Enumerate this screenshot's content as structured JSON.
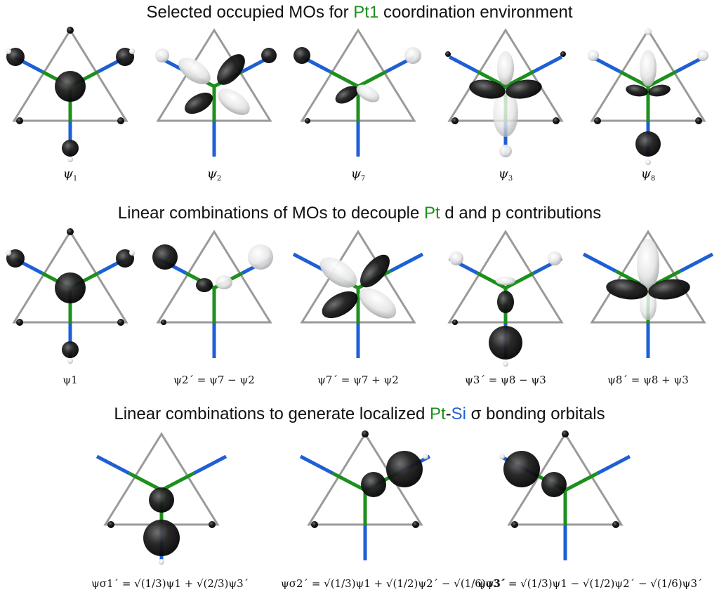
{
  "rows": [
    {
      "title_parts": [
        {
          "text": "Selected occupied MOs for ",
          "color": ""
        },
        {
          "text": "Pt1",
          "color": "green"
        },
        {
          "text": " coordination environment",
          "color": ""
        }
      ],
      "panels": [
        {
          "label": [
            {
              "psi": "ψ",
              "sub": "1"
            }
          ],
          "style": "psi1"
        },
        {
          "label": [
            {
              "psi": "ψ",
              "sub": "2"
            }
          ],
          "style": "psi2"
        },
        {
          "label": [
            {
              "psi": "ψ",
              "sub": "7"
            }
          ],
          "style": "psi7"
        },
        {
          "label": [
            {
              "psi": "ψ",
              "sub": "3"
            }
          ],
          "style": "psi3"
        },
        {
          "label": [
            {
              "psi": "ψ",
              "sub": "8"
            }
          ],
          "style": "psi8"
        }
      ]
    },
    {
      "title_parts": [
        {
          "text": "Linear combinations of MOs to decouple ",
          "color": ""
        },
        {
          "text": "Pt",
          "color": "green"
        },
        {
          "text": " d and p contributions",
          "color": ""
        }
      ],
      "panels": [
        {
          "label_text": "ψ1",
          "style": "psi1b"
        },
        {
          "label_text": "ψ2´ = ψ7 − ψ2",
          "style": "c2"
        },
        {
          "label_text": "ψ7´ = ψ7 + ψ2",
          "style": "c7"
        },
        {
          "label_text": "ψ3´ = ψ8 − ψ3",
          "style": "c3"
        },
        {
          "label_text": "ψ8´ = ψ8 + ψ3",
          "style": "c8"
        }
      ]
    },
    {
      "title_parts": [
        {
          "text": "Linear combinations to generate localized ",
          "color": ""
        },
        {
          "text": "Pt",
          "color": "green"
        },
        {
          "text": "-",
          "color": ""
        },
        {
          "text": "Si",
          "color": "blue"
        },
        {
          "text": " σ bonding orbitals",
          "color": ""
        }
      ],
      "panels": [
        {
          "label_text": "ψσ1´ = √(1/3)ψ1 + √(2/3)ψ3´",
          "style": "s1"
        },
        {
          "label_text": "ψσ2´ = √(1/3)ψ1 + √(1/2)ψ2´ − √(1/6)ψ3´",
          "style": "s2"
        },
        {
          "label_text": "ψσ3´ = √(1/3)ψ1 − √(1/2)ψ2´ − √(1/6)ψ3´",
          "style": "s3"
        }
      ]
    }
  ],
  "colors": {
    "pt_green": "#1d8f1d",
    "si_blue": "#1f5fd6",
    "frame_gray": "#9a9a9a",
    "lobe_dark": "#1e1e1e",
    "lobe_light": "#e6e6e6"
  }
}
